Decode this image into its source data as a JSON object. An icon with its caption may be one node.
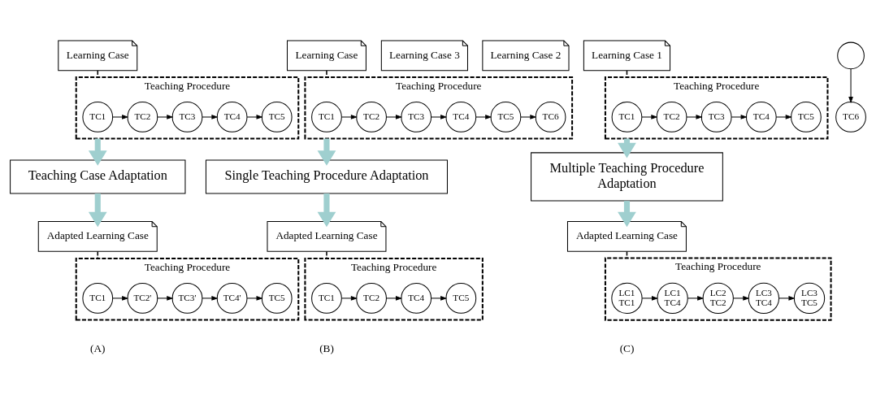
{
  "diagram": {
    "nodes": [
      {
        "text": [
          "Learning Case"
        ]
      },
      {
        "text": [
          "Teaching Procedure"
        ]
      },
      {
        "text": [
          "TC1"
        ],
        "in": 1
      },
      {
        "text": [
          "TC2"
        ],
        "in": 1
      },
      {
        "text": [
          "TC3"
        ],
        "in": 1
      },
      {
        "text": [
          "TC4"
        ],
        "in": 1
      },
      {
        "text": [
          "TC5"
        ],
        "in": 1
      },
      {
        "text": [
          "Teaching Case Adaptation"
        ]
      },
      {
        "text": [
          "Adapted Learning Case"
        ]
      },
      {
        "text": [
          "Teaching Procedure"
        ]
      },
      {
        "text": [
          "TC1"
        ],
        "in": 9
      },
      {
        "text": [
          "TC2'"
        ],
        "in": 9
      },
      {
        "text": [
          "TC3'"
        ],
        "in": 9
      },
      {
        "text": [
          "TC4'"
        ],
        "in": 9
      },
      {
        "text": [
          "TC5"
        ],
        "in": 9
      },
      {
        "text": [
          "Learning Case"
        ]
      },
      {
        "text": [
          "Teaching Procedure"
        ]
      },
      {
        "text": [
          "TC1"
        ],
        "in": 16
      },
      {
        "text": [
          "TC2"
        ],
        "in": 16
      },
      {
        "text": [
          "TC3"
        ],
        "in": 16
      },
      {
        "text": [
          "TC4"
        ],
        "in": 16
      },
      {
        "text": [
          "TC5"
        ],
        "in": 16
      },
      {
        "text": [
          "TC6"
        ],
        "in": 16
      },
      {
        "text": [
          "Single Teaching Procedure Adaptation"
        ]
      },
      {
        "text": [
          "Adapted Learning Case"
        ]
      },
      {
        "text": [
          "Teaching Procedure"
        ]
      },
      {
        "text": [
          "TC1"
        ],
        "in": 25
      },
      {
        "text": [
          "TC2"
        ],
        "in": 25
      },
      {
        "text": [
          "TC4"
        ],
        "in": 25
      },
      {
        "text": [
          "TC5"
        ],
        "in": 25
      },
      {
        "text": [
          "Learning Case 3"
        ]
      },
      {
        "text": [
          "Learning Case 2"
        ]
      },
      {
        "text": [
          "Learning Case 1"
        ]
      },
      {
        "text": [],
        "shape": "circle"
      },
      {
        "text": [
          "TC6"
        ]
      },
      {
        "text": [
          "Teaching Procedure"
        ]
      },
      {
        "text": [
          "TC1"
        ],
        "in": 35
      },
      {
        "text": [
          "TC2"
        ],
        "in": 35
      },
      {
        "text": [
          "TC3"
        ],
        "in": 35
      },
      {
        "text": [
          "TC4"
        ],
        "in": 35
      },
      {
        "text": [
          "TC5"
        ],
        "in": 35
      },
      {
        "text": [
          "Multiple Teaching Procedure",
          "Adaptation"
        ]
      },
      {
        "text": [
          "Adapted Learning Case"
        ]
      },
      {
        "text": [
          "Teaching Procedure"
        ]
      },
      {
        "text": [
          "LC1",
          "TC1"
        ],
        "in": 43
      },
      {
        "text": [
          "LC1",
          "TC4"
        ],
        "in": 43
      },
      {
        "text": [
          "LC2",
          "TC2"
        ],
        "in": 43
      },
      {
        "text": [
          "LC3",
          "TC4"
        ],
        "in": 43
      },
      {
        "text": [
          "LC3",
          "TC5"
        ],
        "in": 43
      }
    ],
    "edges": [
      {
        "from": 0,
        "to": 1,
        "arrow": "none",
        "style": "dashed"
      },
      {
        "from": 2,
        "to": 3,
        "arrow": "to"
      },
      {
        "from": 3,
        "to": 4,
        "arrow": "to"
      },
      {
        "from": 4,
        "to": 5,
        "arrow": "to"
      },
      {
        "from": 5,
        "to": 6,
        "arrow": "to"
      },
      {
        "from": 1,
        "to": 7,
        "arrow": "to",
        "style": "thick",
        "color": "#9fcfcf"
      },
      {
        "from": 7,
        "to": 8,
        "arrow": "to",
        "style": "thick",
        "color": "#9fcfcf"
      },
      {
        "from": 8,
        "to": 9,
        "arrow": "none",
        "style": "dashed"
      },
      {
        "from": 10,
        "to": 11,
        "arrow": "to"
      },
      {
        "from": 11,
        "to": 12,
        "arrow": "to"
      },
      {
        "from": 12,
        "to": 13,
        "arrow": "to"
      },
      {
        "from": 13,
        "to": 14,
        "arrow": "to"
      },
      {
        "from": 15,
        "to": 16,
        "arrow": "none",
        "style": "dashed"
      },
      {
        "from": 17,
        "to": 18,
        "arrow": "to"
      },
      {
        "from": 18,
        "to": 19,
        "arrow": "to"
      },
      {
        "from": 19,
        "to": 20,
        "arrow": "to"
      },
      {
        "from": 20,
        "to": 21,
        "arrow": "to"
      },
      {
        "from": 21,
        "to": 22,
        "arrow": "to"
      },
      {
        "from": 16,
        "to": 23,
        "arrow": "to",
        "style": "thick",
        "color": "#9fcfcf"
      },
      {
        "from": 23,
        "to": 24,
        "arrow": "to",
        "style": "thick",
        "color": "#9fcfcf"
      },
      {
        "from": 24,
        "to": 25,
        "arrow": "none",
        "style": "dashed"
      },
      {
        "from": 26,
        "to": 27,
        "arrow": "to"
      },
      {
        "from": 27,
        "to": 28,
        "arrow": "to"
      },
      {
        "from": 28,
        "to": 29,
        "arrow": "to"
      },
      {
        "from": 33,
        "to": 34,
        "arrow": "to"
      },
      {
        "from": 32,
        "to": 35,
        "arrow": "none",
        "style": "dashed"
      },
      {
        "from": 36,
        "to": 37,
        "arrow": "to"
      },
      {
        "from": 37,
        "to": 38,
        "arrow": "to"
      },
      {
        "from": 38,
        "to": 39,
        "arrow": "to"
      },
      {
        "from": 39,
        "to": 40,
        "arrow": "to"
      },
      {
        "from": 35,
        "to": 41,
        "arrow": "to",
        "style": "thick",
        "color": "#9fcfcf"
      },
      {
        "from": 41,
        "to": 42,
        "arrow": "to",
        "style": "thick",
        "color": "#9fcfcf"
      },
      {
        "from": 42,
        "to": 43,
        "arrow": "none",
        "style": "dashed"
      },
      {
        "from": 44,
        "to": 45,
        "arrow": "to"
      },
      {
        "from": 45,
        "to": 46,
        "arrow": "to"
      },
      {
        "from": 46,
        "to": 47,
        "arrow": "to"
      },
      {
        "from": 47,
        "to": 48,
        "arrow": "to"
      }
    ],
    "labels": [
      "(A)",
      "(B)",
      "(C)"
    ]
  }
}
